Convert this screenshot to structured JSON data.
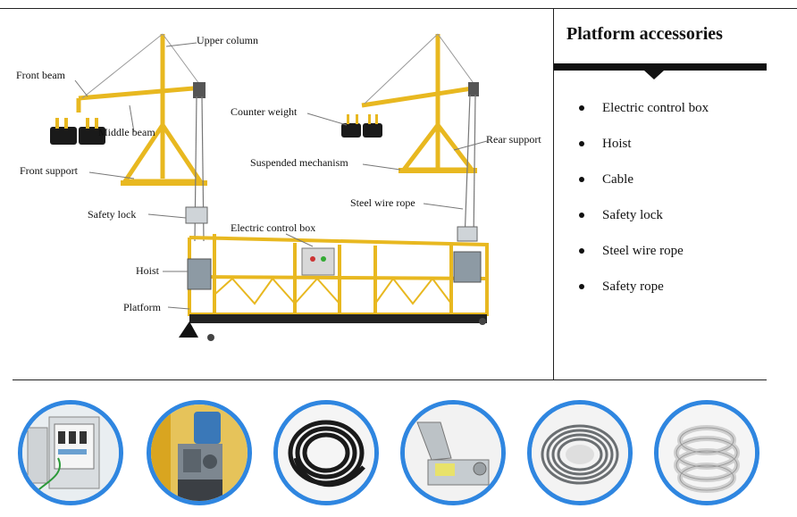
{
  "diagram": {
    "labels": {
      "upper_column": "Upper column",
      "front_beam": "Front beam",
      "middle_beam": "Middle beam",
      "front_support": "Front support",
      "counter_weight": "Counter weight",
      "rear_support": "Rear support",
      "suspended_mechanism": "Suspended mechanism",
      "steel_wire_rope": "Steel wire rope",
      "safety_lock": "Safety lock",
      "electric_control_box": "Electric  control box",
      "hoist": "Hoist",
      "platform": "Platform"
    },
    "colors": {
      "frame": "#e8b820",
      "frame_dark": "#b58a0c",
      "weight": "#1a1a1a",
      "box": "#d8d8d8"
    }
  },
  "sidebar": {
    "title": "Platform accessories",
    "items": [
      "Electric  control box",
      "Hoist",
      "Cable",
      "Safety lock",
      "Steel wire rope",
      "Safety rope"
    ]
  },
  "thumbnails": [
    {
      "icon": "control-box-photo"
    },
    {
      "icon": "hoist-photo"
    },
    {
      "icon": "cable-coil-photo"
    },
    {
      "icon": "safety-lock-photo"
    },
    {
      "icon": "steel-wire-coil-photo"
    },
    {
      "icon": "safety-rope-coil-photo"
    }
  ],
  "accent": "#2f86e0"
}
